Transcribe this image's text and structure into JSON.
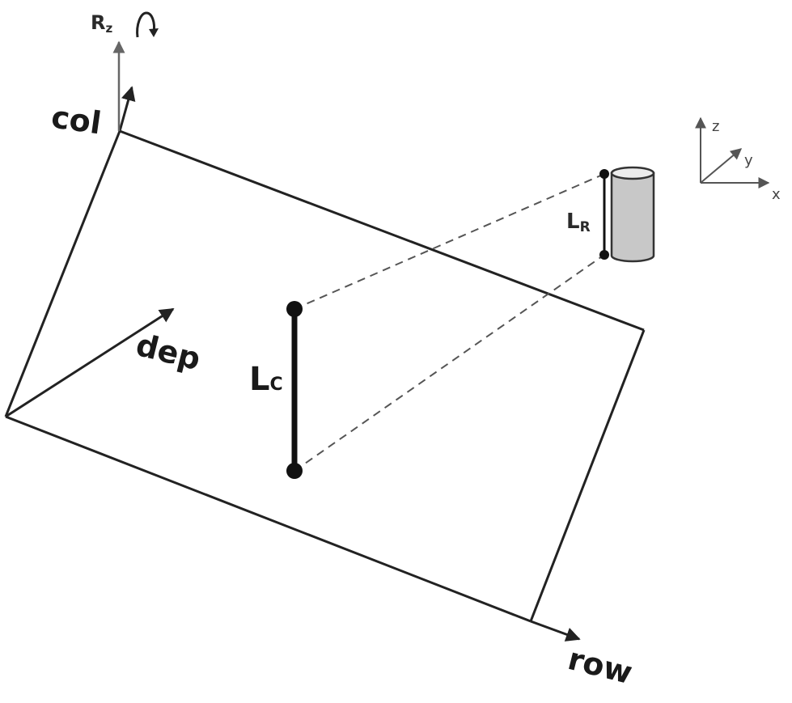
{
  "labels": {
    "col": "col",
    "dep": "dep",
    "row": "row",
    "lc_main": "L",
    "lc_sub": "C",
    "lr_main": "L",
    "lr_sub": "R",
    "rz_main": "R",
    "rz_sub": "z",
    "axis_z": "z",
    "axis_y": "y",
    "axis_x": "x"
  },
  "colors": {
    "frame_stroke": "#222222",
    "camera_axis_gray": "#666666",
    "segment_black": "#111111",
    "dashed_line": "#555555",
    "cylinder_fill": "#c8c8c8",
    "cylinder_top": "#ececec",
    "cylinder_stroke": "#333333",
    "world_axis_gray": "#555555"
  }
}
